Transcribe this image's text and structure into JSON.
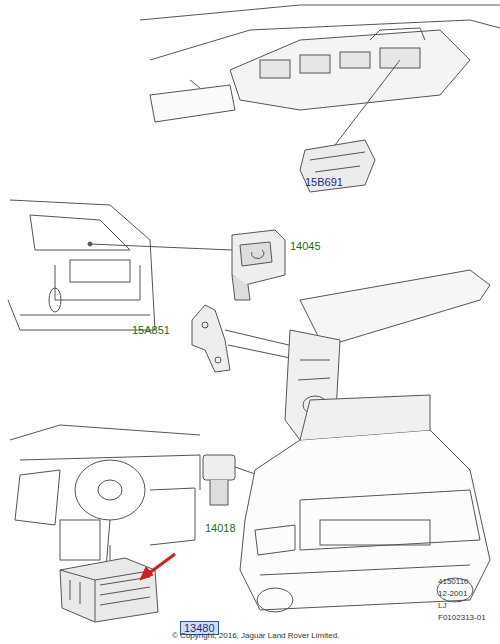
{
  "diagram": {
    "labels": [
      "15B691",
      "14045",
      "15A851",
      "14018",
      "13480",
      "4150110",
      "12-2001",
      "LJ",
      "F0102313-01",
      "© Copyright, 2016, Jaguar Land Rover Limited."
    ]
  }
}
